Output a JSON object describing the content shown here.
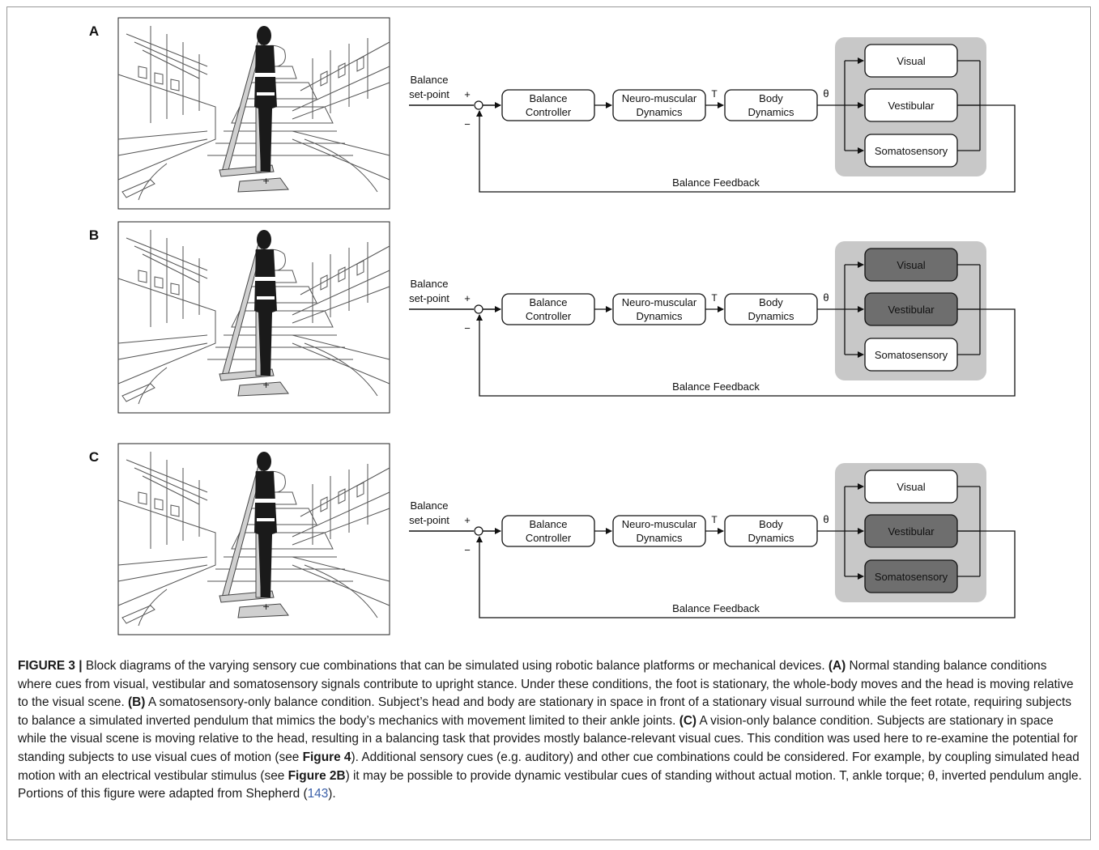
{
  "panels": [
    {
      "letter": "A",
      "setpoint": [
        "Balance",
        "set-point"
      ],
      "plus": "+",
      "minus": "−",
      "controller": [
        "Balance",
        "Controller"
      ],
      "neuro": [
        "Neuro-muscular",
        "Dynamics"
      ],
      "torque": "T",
      "body": [
        "Body",
        "Dynamics"
      ],
      "theta": "θ",
      "sensors": [
        {
          "label": "Visual",
          "active": true
        },
        {
          "label": "Vestibular",
          "active": true
        },
        {
          "label": "Somatosensory",
          "active": true
        }
      ],
      "feedback": "Balance Feedback"
    },
    {
      "letter": "B",
      "setpoint": [
        "Balance",
        "set-point"
      ],
      "plus": "+",
      "minus": "−",
      "controller": [
        "Balance",
        "Controller"
      ],
      "neuro": [
        "Neuro-muscular",
        "Dynamics"
      ],
      "torque": "T",
      "body": [
        "Body",
        "Dynamics"
      ],
      "theta": "θ",
      "sensors": [
        {
          "label": "Visual",
          "active": false
        },
        {
          "label": "Vestibular",
          "active": false
        },
        {
          "label": "Somatosensory",
          "active": true
        }
      ],
      "feedback": "Balance Feedback"
    },
    {
      "letter": "C",
      "setpoint": [
        "Balance",
        "set-point"
      ],
      "plus": "+",
      "minus": "−",
      "controller": [
        "Balance",
        "Controller"
      ],
      "neuro": [
        "Neuro-muscular",
        "Dynamics"
      ],
      "torque": "T",
      "body": [
        "Body",
        "Dynamics"
      ],
      "theta": "θ",
      "sensors": [
        {
          "label": "Visual",
          "active": true
        },
        {
          "label": "Vestibular",
          "active": false
        },
        {
          "label": "Somatosensory",
          "active": false
        }
      ],
      "feedback": "Balance Feedback"
    }
  ],
  "colors": {
    "sensor_panel": "#c8c8c8",
    "sensor_active": "#ffffff",
    "sensor_inactive": "#6e6e6e",
    "citation": "#3a5fa8"
  },
  "caption": {
    "figure_label": "FIGURE 3 |",
    "part1": " Block diagrams of the varying sensory cue combinations that can be simulated using robotic balance platforms or mechanical devices. ",
    "a_label": "(A)",
    "a_text": " Normal standing balance conditions where cues from visual, vestibular and somatosensory signals contribute to upright stance. Under these conditions, the foot is stationary, the whole-body moves and the head is moving relative to the visual scene. ",
    "b_label": "(B)",
    "b_text": " A somatosensory-only balance condition. Subject’s head and body are stationary in space in front of a stationary visual surround while the feet rotate, requiring subjects to balance a simulated inverted pendulum that mimics the body’s mechanics with movement limited to their ankle joints. ",
    "c_label": "(C)",
    "c_text": " A vision-only balance condition. Subjects are stationary in space while the visual scene is moving relative to the head, resulting in a balancing task that provides mostly balance-relevant visual cues. This condition was used here to re-examine the potential for standing subjects to use visual cues of motion (see ",
    "fig4": "Figure 4",
    "c_text2": "). Additional sensory cues (e.g. auditory) and other cue combinations could be considered. For example, by coupling simulated head motion with an electrical vestibular stimulus (see ",
    "fig2b": "Figure 2B",
    "c_text3": ") it may be possible to provide dynamic vestibular cues of standing without actual motion. T, ankle torque; θ, inverted pendulum angle. Portions of this figure were adapted from Shepherd (",
    "ref": "143",
    "end": ")."
  }
}
